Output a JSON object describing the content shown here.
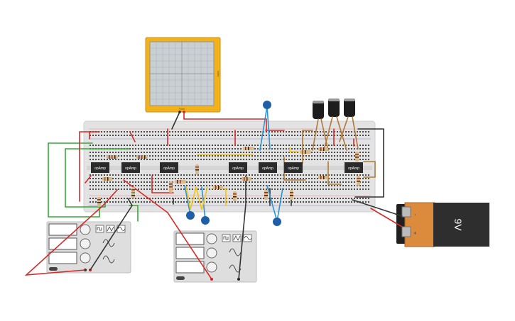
{
  "oscilloscope": {
    "label": "Volts",
    "time_label": "Time"
  },
  "opamps": [
    {
      "label": "opAmp"
    },
    {
      "label": "opAmp"
    },
    {
      "label": "opAmp"
    },
    {
      "label": "opAmp"
    },
    {
      "label": "opAmp"
    },
    {
      "label": "opAmp"
    },
    {
      "label": "opAmp"
    }
  ],
  "battery": {
    "label": "9V",
    "minus": "-",
    "plus": "+"
  },
  "colors": {
    "breadboard": "#e3e3e3",
    "scope_frame": "#f3b21a",
    "opamp": "#2b2b2b",
    "battery_orange": "#dc8a3c",
    "battery_black": "#2e2e2e",
    "wire_red": "#d42a2a",
    "wire_green": "#37a837",
    "wire_blue": "#2f93d6",
    "wire_yellow": "#f0c419",
    "wire_brown": "#b07a3a",
    "wire_black": "#333333"
  }
}
